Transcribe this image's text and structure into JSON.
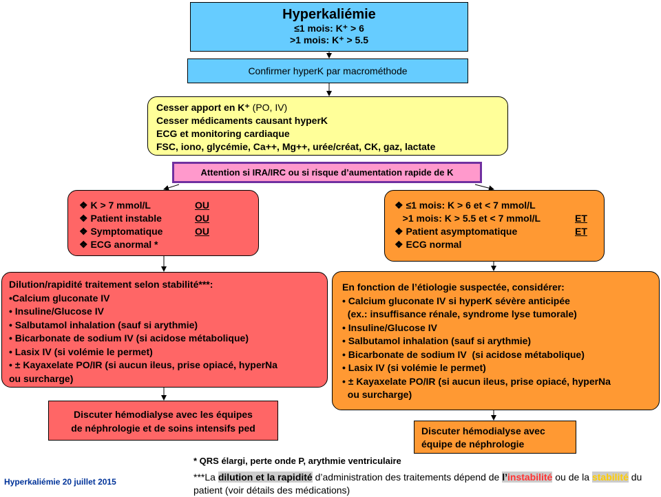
{
  "title_box": {
    "title": "Hyperkaliémie",
    "line1": "≤1 mois: K⁺ > 6",
    "line2": ">1 mois: K⁺ > 5.5"
  },
  "confirm_box": {
    "text": "Confirmer hyperK par macrométhode"
  },
  "stop_box": {
    "line1_bold": "Cesser apport en K⁺",
    "line1_light": " (PO, IV)",
    "line2": "Cesser médicaments causant hyperK",
    "line3": "ECG et monitoring cardiaque",
    "line4": "FSC, iono, glycémie, Ca++, Mg++, urée/créat, CK, gaz, lactate"
  },
  "attention_box": {
    "text": "Attention si IRA/IRC ou si risque d’aumentation rapide de K"
  },
  "left_criteria": {
    "items": [
      {
        "text": "❖ K > 7 mmol/L",
        "conj": "OU"
      },
      {
        "text": "❖ Patient instable",
        "conj": "OU"
      },
      {
        "text": "❖ Symptomatique",
        "conj": "OU"
      },
      {
        "text": "❖ ECG  anormal *",
        "conj": ""
      }
    ]
  },
  "right_criteria": {
    "items": [
      {
        "text": "❖ ≤1 mois: K > 6 et < 7 mmol/L",
        "conj": ""
      },
      {
        "text": "   >1 mois: K > 5.5 et < 7 mmol/L",
        "conj": "ET"
      },
      {
        "text": "❖ Patient asymptomatique",
        "conj": "ET"
      },
      {
        "text": "❖ ECG normal",
        "conj": ""
      }
    ]
  },
  "left_treatment": {
    "heading": "Dilution/rapidité  traitement selon stabilité***:",
    "items": [
      "•Calcium gluconate IV",
      "• Insuline/Glucose IV",
      "• Salbutamol inhalation (sauf si arythmie)",
      "• Bicarbonate de sodium IV  (si acidose métabolique)",
      "• Lasix IV (si volémie le permet)",
      "• ± Kayaxelate PO/IR (si aucun ileus, prise opiacé, hyperNa",
      "ou surcharge)"
    ]
  },
  "right_treatment": {
    "heading": "En fonction de l’étiologie suspectée, considérer:",
    "items": [
      "• Calcium gluconate IV si hyperK sévère anticipée",
      "  (ex.: insuffisance rénale, syndrome lyse tumorale)",
      "• Insuline/Glucose IV",
      "• Salbutamol inhalation (sauf si arythmie)",
      "• Bicarbonate de sodium IV  (si acidose métabolique)",
      "• Lasix IV (si volémie le permet)",
      "• ± Kayaxelate PO/IR (si aucun ileus, prise opiacé, hyperNa",
      "  ou surcharge)"
    ]
  },
  "left_dialysis": {
    "line1": "Discuter hémodialyse avec les équipes",
    "line2": "de néphrologie et de soins intensifs ped"
  },
  "right_dialysis": {
    "line1": "Discuter hémodialyse avec",
    "line2": "équipe de néphrologie"
  },
  "footnotes": {
    "qrs": "* QRS élargi, perte onde P, arythmie ventriculaire",
    "note_prefix": "***La ",
    "note_hl": "dilution et la rapidité",
    "note_mid": " d’administration des traitements  dépend de ",
    "note_l": "l’",
    "note_instab": "instabilité",
    "note_or": "  ou de la ",
    "note_stab": "stabilité",
    "note_end": " du patient (voir détails des médications)"
  },
  "footer": {
    "text": "Hyperkaliémie 20 juillet 2015"
  },
  "colors": {
    "blue_box": "#66ccff",
    "yellow_box": "#ffff99",
    "pink_box": "#ff99cc",
    "purple_border": "#7030a0",
    "red_box": "#ff6666",
    "orange_box": "#ff9933",
    "footer_text": "#003399"
  }
}
